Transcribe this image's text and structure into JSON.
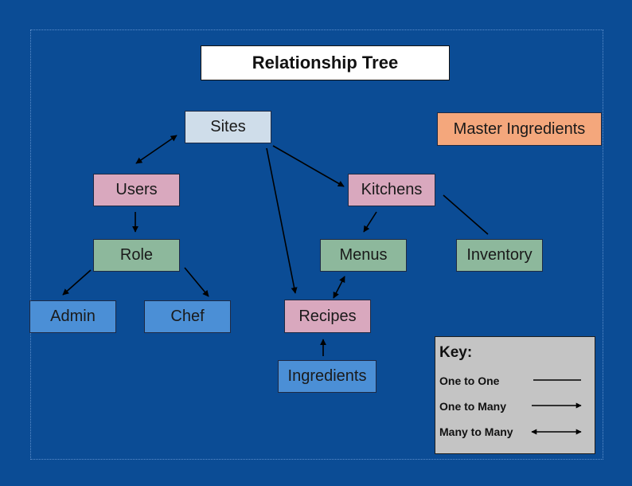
{
  "title": "Relationship Tree",
  "nodes": {
    "sites": "Sites",
    "master_ingredients": "Master Ingredients",
    "users": "Users",
    "kitchens": "Kitchens",
    "role": "Role",
    "menus": "Menus",
    "inventory": "Inventory",
    "admin": "Admin",
    "chef": "Chef",
    "recipes": "Recipes",
    "ingredients": "Ingredients"
  },
  "key": {
    "title": "Key:",
    "one_to_one": "One to One",
    "one_to_many": "One to Many",
    "many_to_many": "Many to Many"
  },
  "relationships": [
    {
      "from": "Sites",
      "to": "Users",
      "type": "many_to_many"
    },
    {
      "from": "Sites",
      "to": "Kitchens",
      "type": "one_to_many"
    },
    {
      "from": "Sites",
      "to": "Recipes",
      "type": "one_to_many"
    },
    {
      "from": "Users",
      "to": "Role",
      "type": "one_to_many"
    },
    {
      "from": "Role",
      "to": "Admin",
      "type": "one_to_many"
    },
    {
      "from": "Role",
      "to": "Chef",
      "type": "one_to_many"
    },
    {
      "from": "Kitchens",
      "to": "Menus",
      "type": "one_to_many"
    },
    {
      "from": "Kitchens",
      "to": "Inventory",
      "type": "one_to_one"
    },
    {
      "from": "Menus",
      "to": "Recipes",
      "type": "many_to_many"
    },
    {
      "from": "Ingredients",
      "to": "Recipes",
      "type": "one_to_many"
    }
  ],
  "colors": {
    "background": "#0B4C95",
    "sites": "#CFDDEA",
    "pink": "#D9A8BE",
    "green": "#8DB89C",
    "blue": "#4B8FD6",
    "orange": "#F4A77C",
    "key_background": "#C4C4C4"
  }
}
